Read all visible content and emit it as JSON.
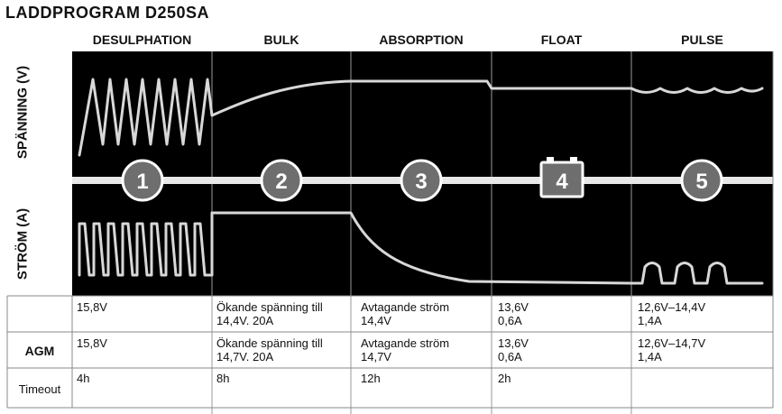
{
  "title": "LADDPROGRAM D250SA",
  "stages": [
    "DESULPHATION",
    "BULK",
    "ABSORPTION",
    "FLOAT",
    "PULSE"
  ],
  "step_numbers": [
    "1",
    "2",
    "3",
    "4",
    "5"
  ],
  "axis_labels": {
    "voltage": "SPÄNNING (V)",
    "current": "STRÖM (A)"
  },
  "table": {
    "rows": [
      {
        "label": "",
        "cells": [
          "15,8V",
          "Ökande spänning till\n14,4V. 20A",
          "Avtagande ström\n14,4V",
          "13,6V\n0,6A",
          "12,6V–14,4V\n1,4A"
        ]
      },
      {
        "label": "AGM",
        "cells": [
          "15,8V",
          "Ökande spänning till\n14,7V. 20A",
          "Avtagande ström\n14,7V",
          "13,6V\n0,6A",
          "12,6V–14,7V\n1,4A"
        ]
      },
      {
        "label": "Timeout",
        "cells": [
          "4h",
          "8h",
          "12h",
          "2h",
          ""
        ]
      }
    ]
  },
  "colors": {
    "panel": "#000000",
    "curve": "#e6e6e6",
    "marker": "#6e6e6e",
    "grid": "#888888"
  }
}
